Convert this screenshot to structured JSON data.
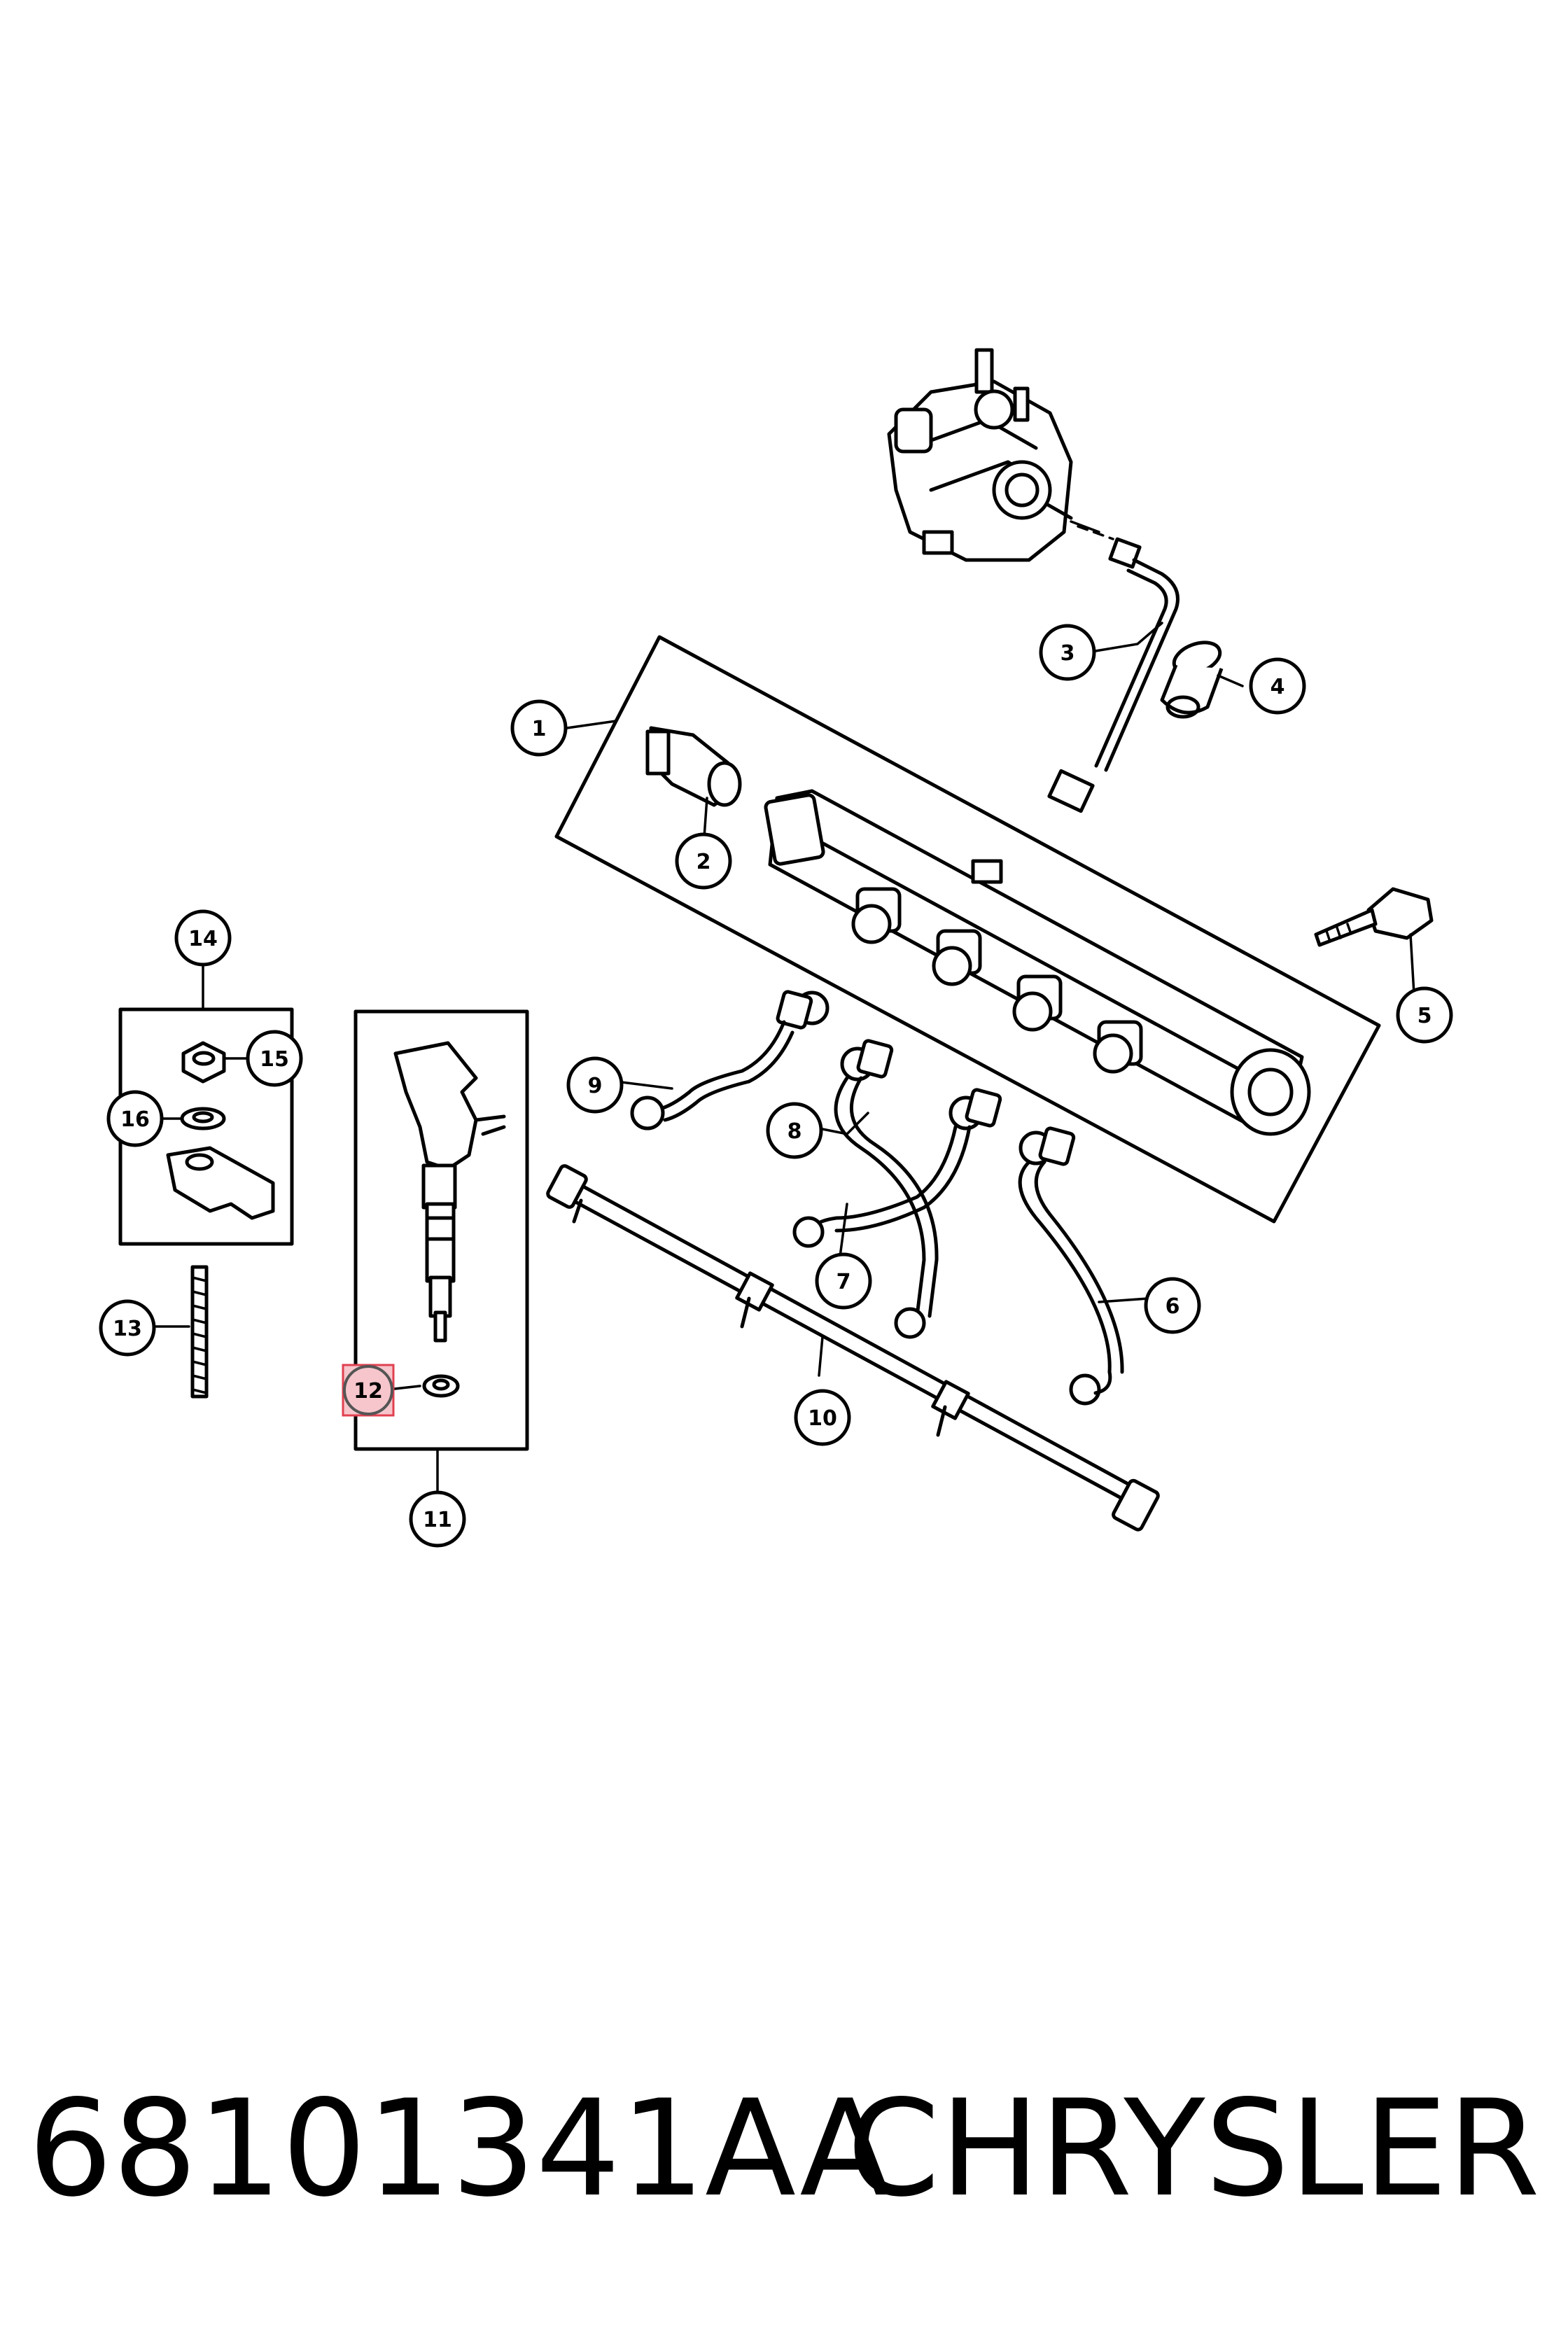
{
  "title": {
    "part_number": "68101341AA",
    "brand": "CHRYSLER"
  },
  "callouts": {
    "c1": "1",
    "c2": "2",
    "c3": "3",
    "c4": "4",
    "c5": "5",
    "c6": "6",
    "c7": "7",
    "c8": "8",
    "c9": "9",
    "c10": "10",
    "c11": "11",
    "c12": "12",
    "c13": "13",
    "c14": "14",
    "c15": "15",
    "c16": "16"
  },
  "highlighted_callout": "12",
  "colors": {
    "line": "#000000",
    "highlight_fill": "#f6c6cc",
    "highlight_border": "#e04050"
  }
}
